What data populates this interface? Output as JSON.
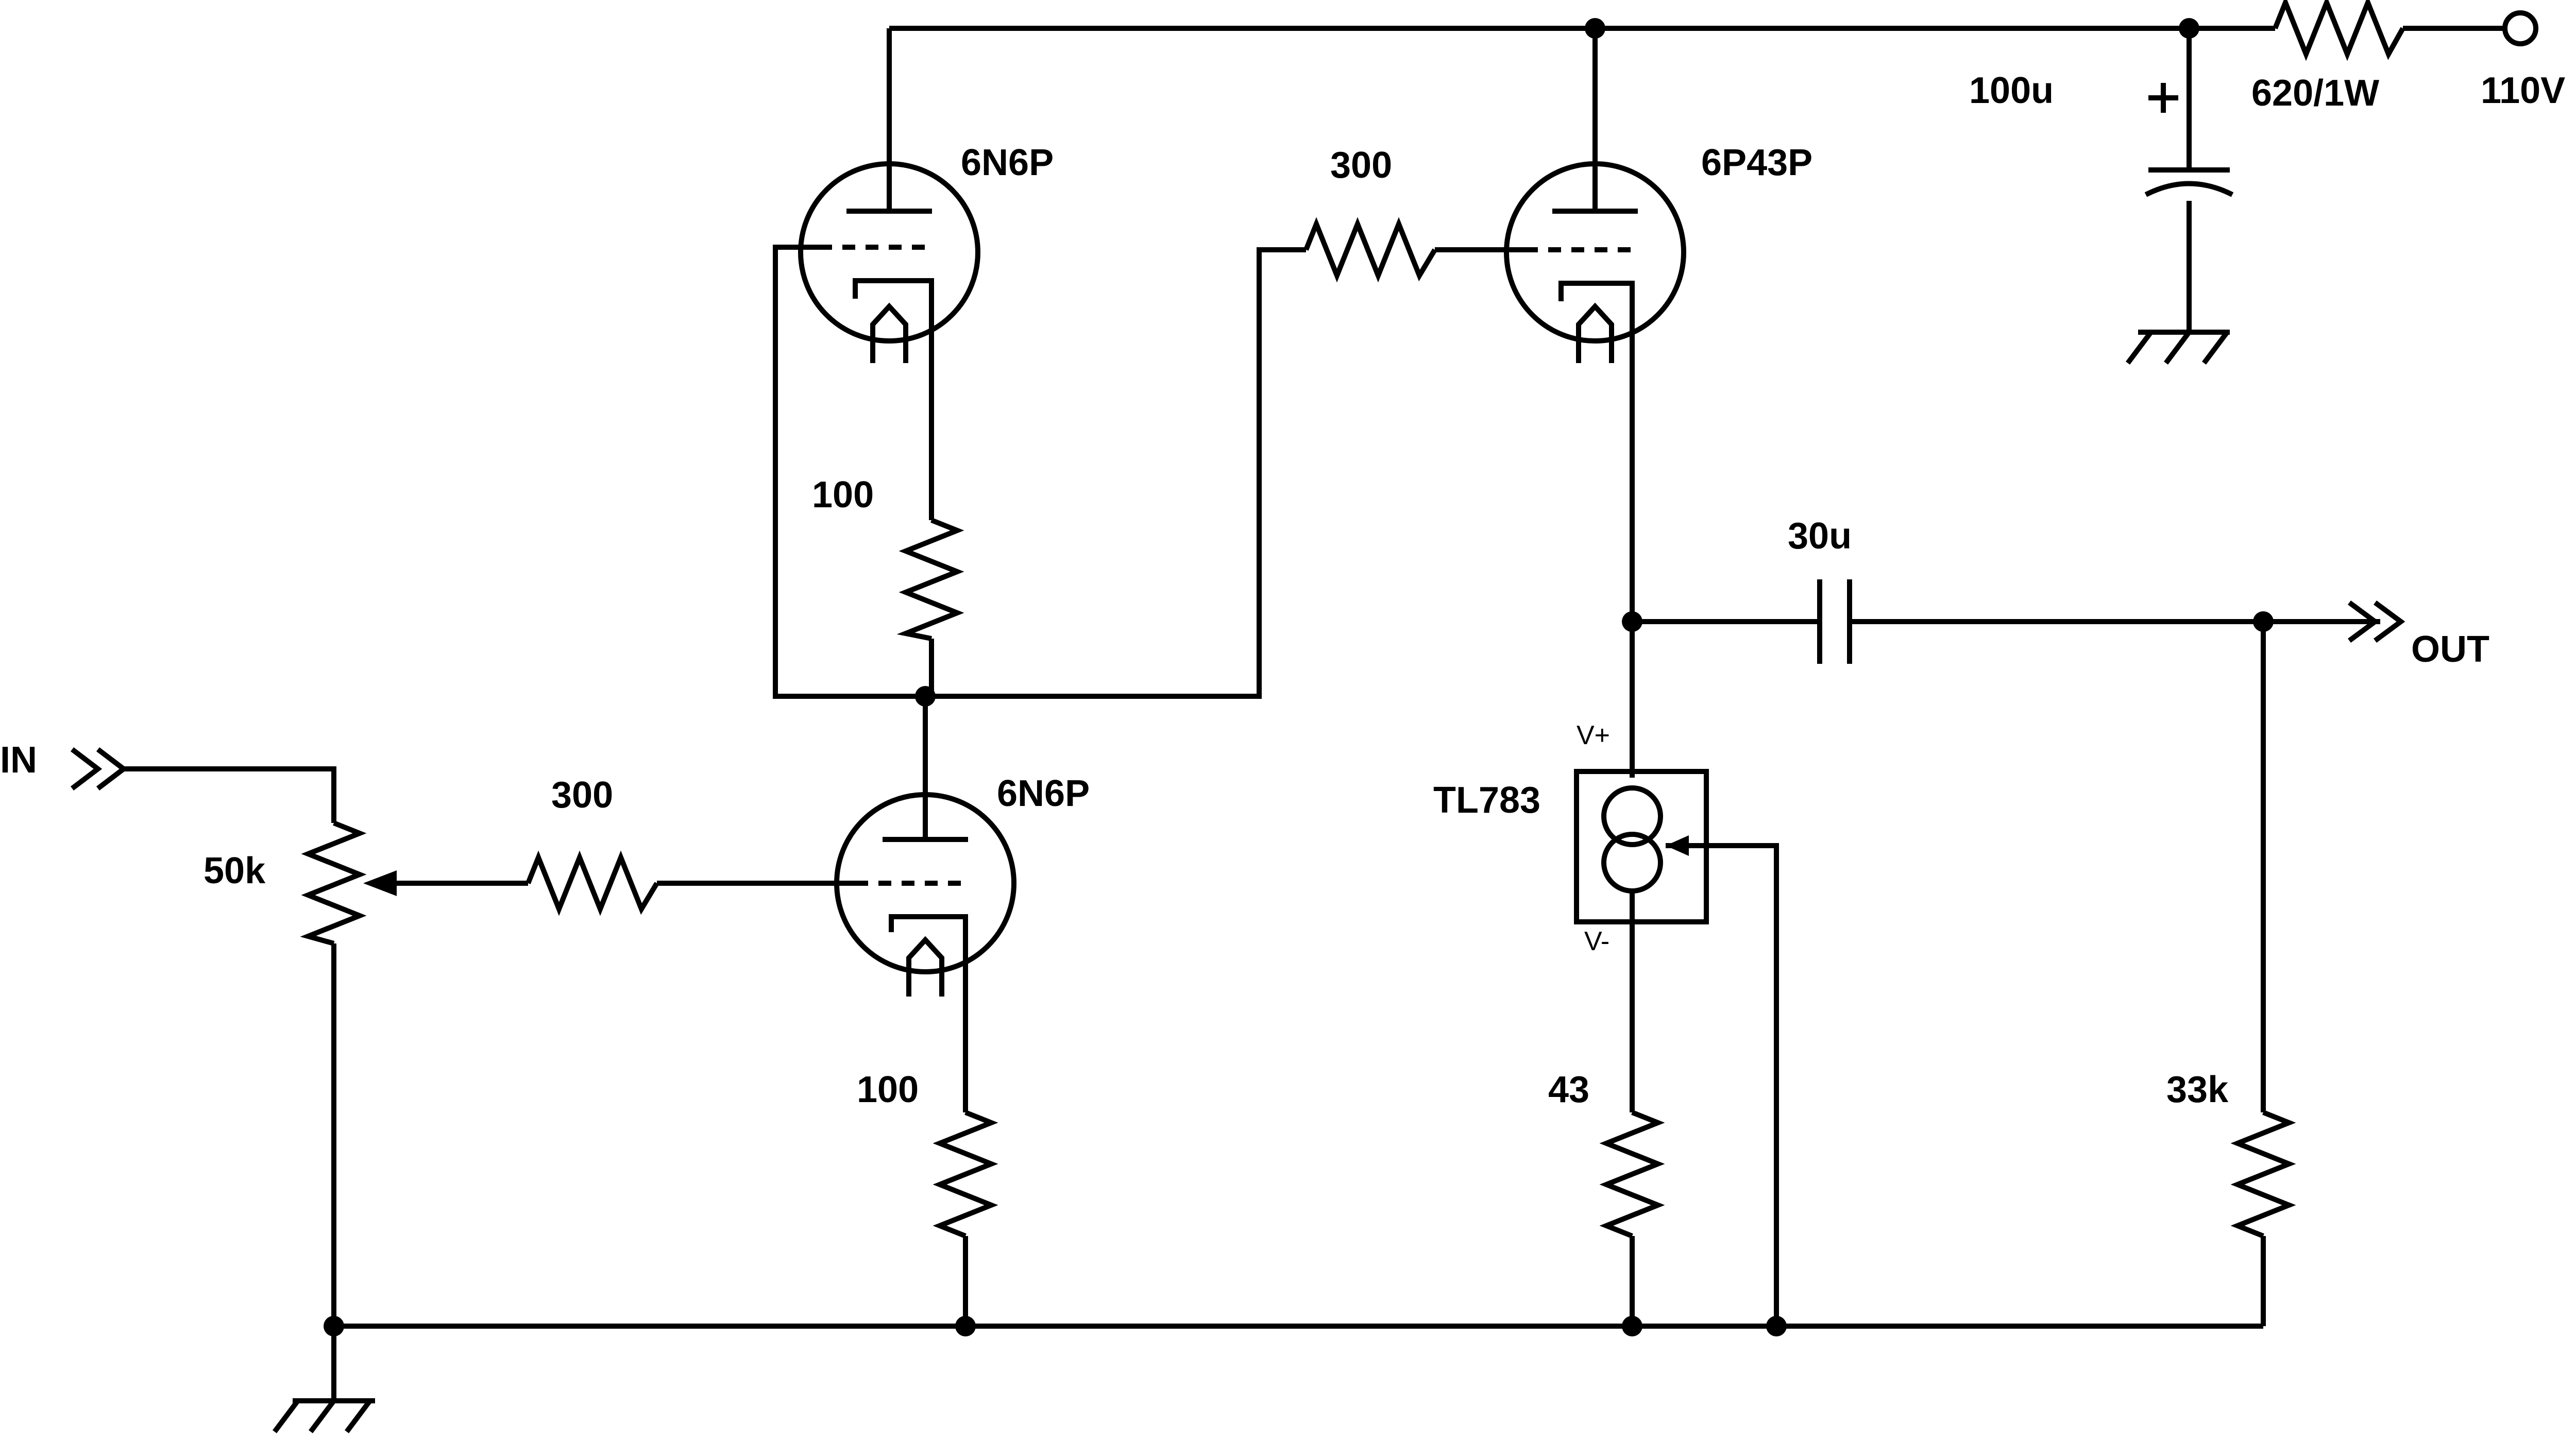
{
  "terminals": {
    "input": "IN",
    "output": "OUT",
    "supply": "110V"
  },
  "components": {
    "tube_top_left": {
      "type": "triode",
      "value": "6N6P"
    },
    "tube_bottom": {
      "type": "triode",
      "value": "6N6P"
    },
    "tube_power": {
      "type": "triode",
      "value": "6P43P"
    },
    "r_grid_input": {
      "type": "resistor",
      "value": "300"
    },
    "r_grid_power": {
      "type": "resistor",
      "value": "300"
    },
    "r_cathode_top": {
      "type": "resistor",
      "value": "100"
    },
    "r_cathode_bottom": {
      "type": "resistor",
      "value": "100"
    },
    "pot_input": {
      "type": "potentiometer",
      "value": "50k"
    },
    "c_supply": {
      "type": "polarized-capacitor",
      "value": "100u"
    },
    "r_supply": {
      "type": "resistor",
      "value": "620/1W"
    },
    "c_output": {
      "type": "capacitor",
      "value": "30u"
    },
    "ccs": {
      "type": "current-source",
      "value": "TL783",
      "pin_plus": "V+",
      "pin_minus": "V-"
    },
    "r_ccs": {
      "type": "resistor",
      "value": "43"
    },
    "r_load": {
      "type": "resistor",
      "value": "33k"
    }
  },
  "polarity_mark": "+"
}
